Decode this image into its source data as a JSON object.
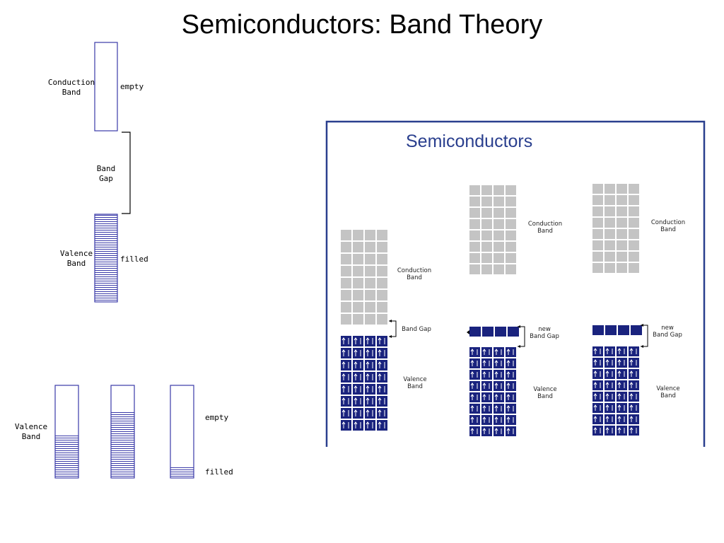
{
  "slide": {
    "title": "Semiconductors: Band Theory"
  },
  "band_diagram": {
    "conduction_label_line1": "Conduction",
    "conduction_label_line2": "Band",
    "conduction_state": "empty",
    "gap_label_line1": "Band",
    "gap_label_line2": "Gap",
    "valence_label_line1": "Valence",
    "valence_label_line2": "Band",
    "valence_state": "filled"
  },
  "filling_diagram": {
    "valence_label_line1": "Valence",
    "valence_label_line2": "Band",
    "empty_label": "empty",
    "filled_label": "filled",
    "bars": [
      {
        "fill_fraction": 0.47
      },
      {
        "fill_fraction": 0.72
      },
      {
        "fill_fraction": 0.12
      }
    ]
  },
  "semiconductors_panel": {
    "title": "Semiconductors",
    "col1": {
      "conduction_line1": "Conduction",
      "conduction_line2": "Band",
      "gap": "Band Gap",
      "valence_line1": "Valence",
      "valence_line2": "Band"
    },
    "col2": {
      "conduction_line1": "Conduction",
      "conduction_line2": "Band",
      "gap_line1": "new",
      "gap_line2": "Band Gap",
      "valence_line1": "Valence",
      "valence_line2": "Band"
    },
    "col3": {
      "conduction_line1": "Conduction",
      "conduction_line2": "Band",
      "gap_line1": "new",
      "gap_line2": "Band Gap",
      "valence_line1": "Valence",
      "valence_line2": "Band"
    },
    "colors": {
      "frame": "#2a3f8e",
      "grey_cell": "#c4c4c4",
      "navy_cell": "#1a237e",
      "hatch": "#3a3aa8"
    }
  }
}
